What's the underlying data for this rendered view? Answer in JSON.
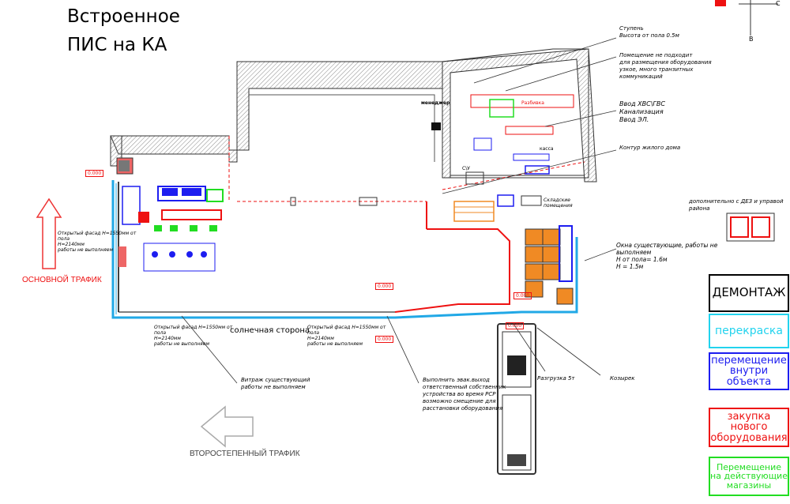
{
  "title": {
    "line1": "Встроенное",
    "line2": "ПИС на КА"
  },
  "compass": {
    "east": "С",
    "south": "В"
  },
  "traffic": {
    "main": "ОСНОВНОЙ ТРАФИК",
    "secondary": "ВТОРОСТЕПЕННЫЙ ТРАФИК"
  },
  "sunny_side": "солнечная сторона",
  "callouts": {
    "step": [
      "Ступень",
      "Высота от пола 0.5м"
    ],
    "room": [
      "Помещение не подходит",
      "для размещения оборудования",
      "узкое, много транзитных",
      "коммуникаций"
    ],
    "utilities": [
      "Ввод ХВС\\ГВС",
      "Канализация",
      "Ввод ЭЛ."
    ],
    "contour": "Контур жилого дома",
    "windows": [
      "Окна существующие, работы не",
      "выполняем",
      "Н от пола= 1.6м",
      "Н = 1.5м"
    ],
    "vitrage": [
      "Витраж существующий",
      "работы не выполняем"
    ],
    "doors": [
      "Выполнить эвак.выход",
      "ответственный собственник",
      "устройства во время РСР",
      "возможно смещение для",
      "расстановки оборудования"
    ],
    "unloading": "Разгрузка 5т",
    "canopy": "Козырек",
    "facade_left": [
      "Открытый фасад Н=1550мм от",
      "пола",
      "Н=2140мм",
      "работы не выполняем"
    ],
    "facade_bottom1": [
      "Открытый фасад Н=1550мм от",
      "пола",
      "Н=2140мм",
      "работы не выполняем"
    ],
    "facade_bottom2": [
      "Открытый фасад Н=1550мм от",
      "пола",
      "Н=2140мм",
      "работы не выполняем"
    ],
    "dez": "дополнительно с ДЕЗ и управой района"
  },
  "rooms": {
    "manager": "менеджер",
    "storage": "Разбивка",
    "cashier": "касса",
    "wc": "С\\У",
    "warehouse": "Складские помещения"
  },
  "tags": [
    "0.000",
    "0.000",
    "0.000",
    "0.000",
    "0.000"
  ],
  "legend": {
    "dismantle": "ДЕМОНТАЖ",
    "repaint": "перекраска",
    "move_inside": "перемещение внутри объекта",
    "purchase_new": "закупка нового оборудования",
    "move_to_stores": "Перемещение на действующие магазины"
  },
  "colors": {
    "dismantle": "#000000",
    "repaint": "#22d3ee",
    "move_inside": "#1d1df0",
    "purchase_new": "#ee1111",
    "move_to_stores": "#22dd22",
    "hatch": "#777777",
    "orange_equipment": "#f08a24",
    "facade_blue": "#21a8e6"
  }
}
